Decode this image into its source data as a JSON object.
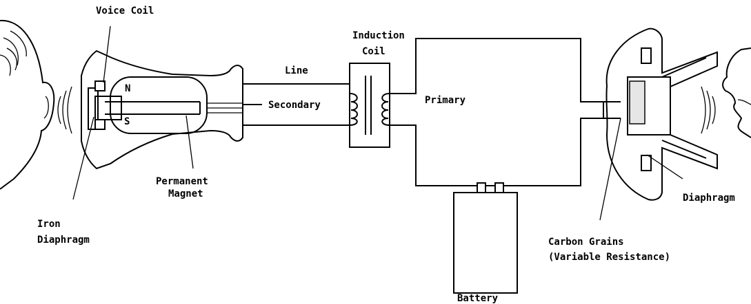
{
  "labels": {
    "voice_coil": "Voice Coil",
    "north": "N",
    "south": "S",
    "permanent_magnet_1": "Permanent",
    "permanent_magnet_2": "Magnet",
    "iron_diaphragm_1": "Iron",
    "iron_diaphragm_2": "Diaphragm",
    "line": "Line",
    "secondary": "Secondary",
    "induction_coil_1": "Induction",
    "induction_coil_2": "Coil",
    "primary": "Primary",
    "battery": "Battery",
    "carbon_grains_1": "Carbon Grains",
    "carbon_grains_2": "(Variable Resistance)",
    "diaphragm": "Diaphragm"
  }
}
